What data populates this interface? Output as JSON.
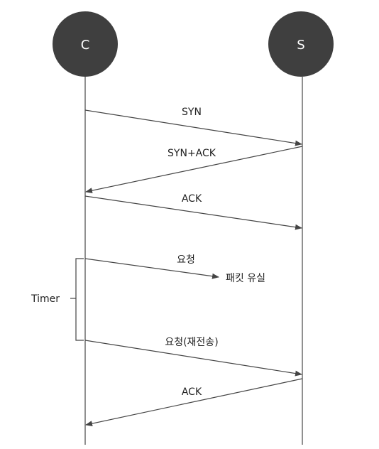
{
  "nodes": {
    "client": {
      "label": "C"
    },
    "server": {
      "label": "S"
    }
  },
  "messages": [
    {
      "label": "SYN",
      "from": "client",
      "to": "server"
    },
    {
      "label": "SYN+ACK",
      "from": "server",
      "to": "client"
    },
    {
      "label": "ACK",
      "from": "client",
      "to": "server"
    },
    {
      "label": "요청",
      "from": "client",
      "to": "lost"
    },
    {
      "label": "요청(재전송)",
      "from": "client",
      "to": "server"
    },
    {
      "label": "ACK",
      "from": "server",
      "to": "client"
    }
  ],
  "loss": {
    "label": "패킷 유실"
  },
  "timer": {
    "label": "Timer"
  },
  "colors": {
    "node_fill": "#3f3f3f",
    "line": "#444444",
    "text": "#222222"
  }
}
